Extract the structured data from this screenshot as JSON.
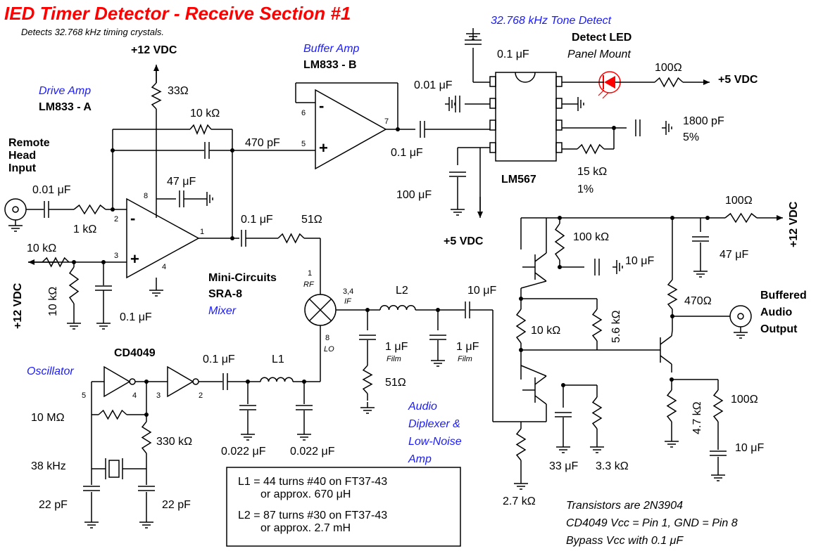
{
  "title": "IED Timer Detector - Receive Section #1",
  "subtitle": "Detects 32.768 kHz timing crystals.",
  "supply": {
    "vdc12_top": "+12 VDC",
    "vdc12_left": "+12 VDC",
    "vdc12_right": "+12 VDC",
    "vdc5_right": "+5 VDC",
    "vdc5_bottom": "+5 VDC"
  },
  "drive_amp": {
    "role": "Drive Amp",
    "part": "LM833 - A",
    "pins": {
      "p1": "1",
      "p2": "2",
      "p3": "3",
      "p4": "4",
      "p8": "8"
    }
  },
  "buffer_amp": {
    "role": "Buffer Amp",
    "part": "LM833 - B",
    "pins": {
      "p5": "5",
      "p6": "6",
      "p7": "7"
    }
  },
  "tone": {
    "label": "32.768 kHz Tone Detect",
    "part": "LM567",
    "led_title": "Detect LED",
    "led_sub": "Panel Mount"
  },
  "mixer": {
    "maker": "Mini-Circuits",
    "part": "SRA-8",
    "role": "Mixer",
    "pin_rf_num": "1",
    "pin_rf": "RF",
    "pin_if_num": "3,4",
    "pin_if": "IF",
    "pin_lo_num": "8",
    "pin_lo": "LO"
  },
  "oscillator": {
    "role": "Oscillator",
    "part": "CD4049",
    "pins": {
      "p5": "5",
      "p4": "4",
      "p3": "3",
      "p2": "2"
    }
  },
  "input_label": [
    "Remote",
    "Head",
    "Input"
  ],
  "output_label": [
    "Buffered",
    "Audio",
    "Output"
  ],
  "diplexer_label": [
    "Audio",
    "Diplexer &",
    "Low-Noise",
    "Amp"
  ],
  "components": {
    "r33": "33Ω",
    "r10k_fb": "10 kΩ",
    "c470p": "470 pF",
    "c47u_a": "47 μF",
    "c001_in": "0.01 μF",
    "r1k": "1 kΩ",
    "r10k_bias": "10 kΩ",
    "r10k_div": "10 kΩ",
    "c01_bias": "0.1 μF",
    "c01_out": "0.1 μF",
    "r51_out": "51Ω",
    "c01_567": "0.1 μF",
    "c001_567": "0.01 μF",
    "c01_buf": "0.1 μF",
    "c100u": "100 μF",
    "r100_led": "100Ω",
    "c1800p": "1800 pF",
    "tol5": "5%",
    "r15k": "15 kΩ",
    "tol1": "1%",
    "l2": "L2",
    "c10u_if": "10 μF",
    "c1u_a": "1 μF",
    "film_a": "Film",
    "r51_if": "51Ω",
    "c1u_b": "1 μF",
    "film_b": "Film",
    "c01_lo": "0.1 μF",
    "l1": "L1",
    "c022_a": "0.022 μF",
    "c022_b": "0.022 μF",
    "r10M": "10 MΩ",
    "r330k": "330 kΩ",
    "xtal": "38 kHz",
    "c22p_a": "22 pF",
    "c22p_b": "22 pF",
    "r100_top": "100Ω",
    "c47u_b": "47 μF",
    "r100k": "100 kΩ",
    "c10u_amp": "10 μF",
    "r10k_amp": "10 kΩ",
    "r5k6": "5.6 kΩ",
    "r470": "470Ω",
    "r2k7": "2.7 kΩ",
    "c33u": "33 μF",
    "r3k3": "3.3 kΩ",
    "r4k7": "4.7 kΩ",
    "r100_out": "100Ω",
    "c10u_out": "10 μF"
  },
  "inductor_notes": [
    "L1 = 44 turns #40 on FT37-43",
    "or approx. 670 μH",
    "L2 = 87 turns #30 on FT37-43",
    "or approx. 2.7 mH"
  ],
  "notes": [
    "Transistors are 2N3904",
    "CD4049 Vcc = Pin 1, GND = Pin 8",
    "Bypass Vcc with 0.1 μF"
  ],
  "colors": {
    "title": "#ff0000",
    "role_labels": "#1a1aff",
    "led": "#ff0000",
    "wire": "#000000"
  }
}
